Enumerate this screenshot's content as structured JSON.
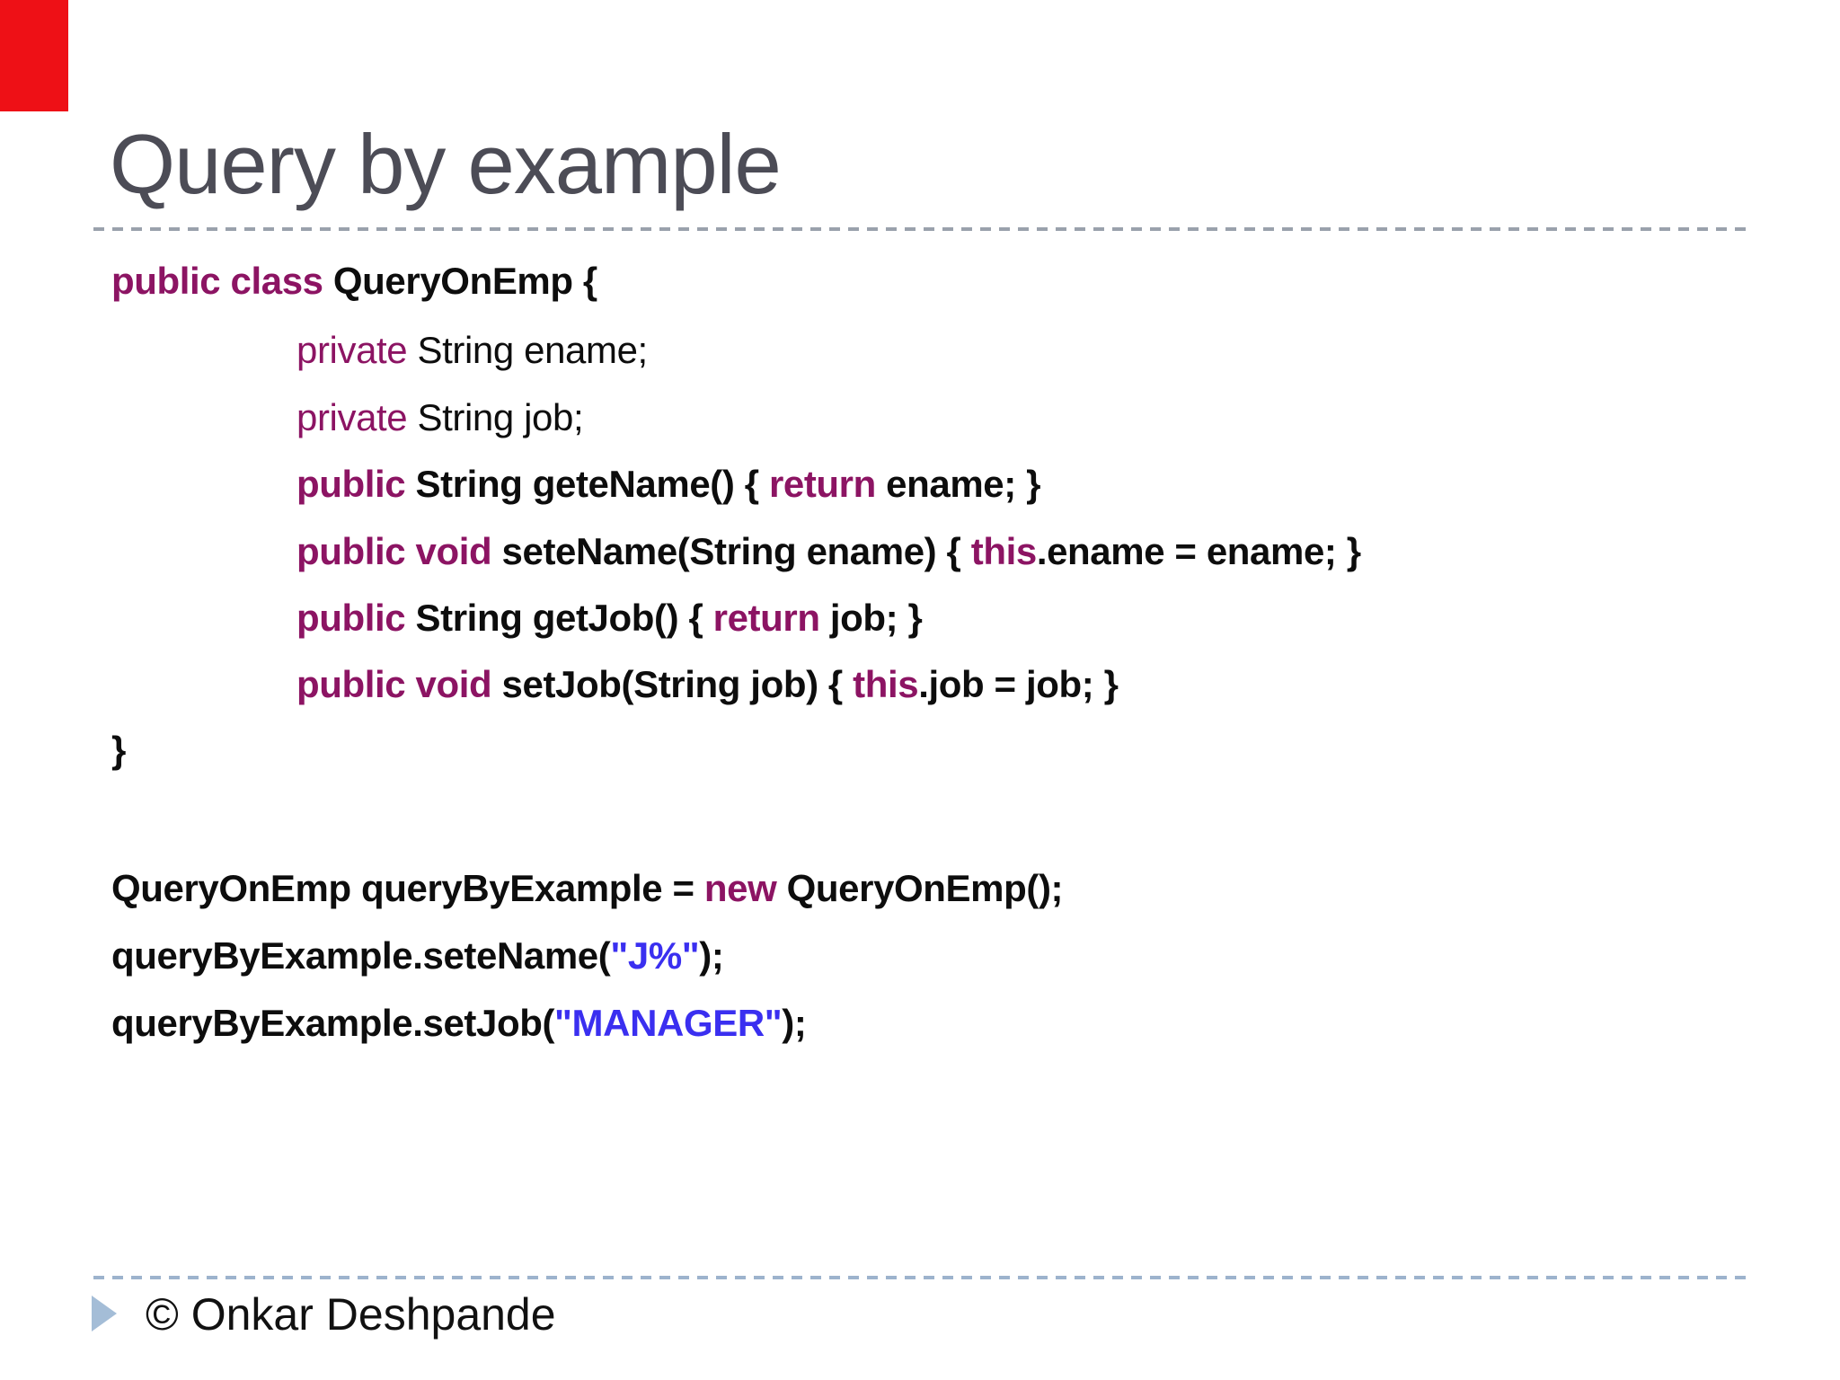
{
  "slide": {
    "title": "Query by example",
    "footer": {
      "copyright": "© Onkar Deshpande"
    },
    "colors": {
      "red_accent_bar": "#ee1016",
      "title_gray": "#4c4c56",
      "keyword_magenta": "#8c1463",
      "string_blue": "#3a2ff0",
      "code_black": "#0d0d0d",
      "divider_top_gray": "#9aa1ac",
      "divider_bottom_blue": "#9db3cd",
      "bullet_triangle_blue": "#a4bdd7"
    }
  },
  "code": {
    "lines": [
      {
        "indent": 0,
        "bold": true,
        "tokens": [
          {
            "style": "kw",
            "text": "public class"
          },
          {
            "style": "txt",
            "text": " QueryOnEmp {"
          }
        ]
      },
      {
        "indent": 1,
        "bold": false,
        "tokens": [
          {
            "style": "kw",
            "text": "private"
          },
          {
            "style": "txt",
            "text": " String ename;"
          }
        ]
      },
      {
        "indent": 1,
        "bold": false,
        "tokens": [
          {
            "style": "kw",
            "text": "private"
          },
          {
            "style": "txt",
            "text": " String job;"
          }
        ]
      },
      {
        "indent": 1,
        "bold": true,
        "tokens": [
          {
            "style": "kw",
            "text": "public"
          },
          {
            "style": "txt",
            "text": " String geteName() { "
          },
          {
            "style": "kw",
            "text": "return"
          },
          {
            "style": "txt",
            "text": " ename; }"
          }
        ]
      },
      {
        "indent": 1,
        "bold": true,
        "tokens": [
          {
            "style": "kw",
            "text": "public void"
          },
          {
            "style": "txt",
            "text": " seteName(String ename) { "
          },
          {
            "style": "kw",
            "text": "this"
          },
          {
            "style": "txt",
            "text": ".ename = ename; }"
          }
        ]
      },
      {
        "indent": 1,
        "bold": true,
        "tokens": [
          {
            "style": "kw",
            "text": "public"
          },
          {
            "style": "txt",
            "text": " String getJob() { "
          },
          {
            "style": "kw",
            "text": "return"
          },
          {
            "style": "txt",
            "text": " job; }"
          }
        ]
      },
      {
        "indent": 1,
        "bold": true,
        "tokens": [
          {
            "style": "kw",
            "text": "public void"
          },
          {
            "style": "txt",
            "text": " setJob(String job) { "
          },
          {
            "style": "kw",
            "text": "this"
          },
          {
            "style": "txt",
            "text": ".job = job; }"
          }
        ]
      },
      {
        "indent": 0,
        "bold": true,
        "tokens": [
          {
            "style": "txt",
            "text": "}"
          }
        ]
      },
      {
        "indent": 0,
        "bold": true,
        "tokens": [
          {
            "style": "txt",
            "text": "QueryOnEmp queryByExample = "
          },
          {
            "style": "kw",
            "text": "new"
          },
          {
            "style": "txt",
            "text": " QueryOnEmp();"
          }
        ]
      },
      {
        "indent": 0,
        "bold": true,
        "tokens": [
          {
            "style": "txt",
            "text": "queryByExample.seteName("
          },
          {
            "style": "str",
            "text": "\"J%\""
          },
          {
            "style": "txt",
            "text": ");"
          }
        ]
      },
      {
        "indent": 0,
        "bold": true,
        "tokens": [
          {
            "style": "txt",
            "text": "queryByExample.setJob("
          },
          {
            "style": "str",
            "text": "\"MANAGER\""
          },
          {
            "style": "txt",
            "text": ");"
          }
        ]
      }
    ]
  }
}
